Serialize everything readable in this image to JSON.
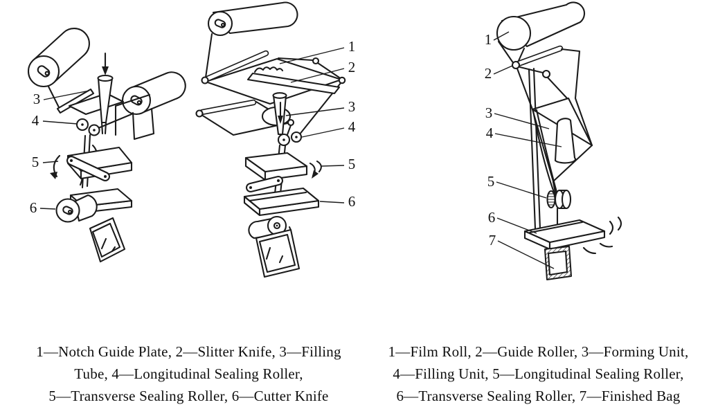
{
  "colors": {
    "ink": "#1b1b1b",
    "background": "#ffffff"
  },
  "machines": [
    {
      "id": "duplex-twin-roll-bagger",
      "callouts": [
        "3",
        "4",
        "5",
        "6"
      ]
    },
    {
      "id": "web-spread-bagger",
      "callouts": [
        "1",
        "2",
        "3",
        "4",
        "5",
        "6"
      ]
    },
    {
      "id": "single-roll-bagger",
      "callouts": [
        "1",
        "2",
        "3",
        "4",
        "5",
        "6",
        "7"
      ]
    }
  ],
  "captions": {
    "left": {
      "line1": "1—Notch Guide Plate, 2—Slitter Knife, 3—Filling",
      "line2": "Tube, 4—Longitudinal Sealing Roller,",
      "line3": "5—Transverse Sealing Roller, 6—Cutter Knife"
    },
    "right": {
      "line1": "1—Film Roll, 2—Guide Roller, 3—Forming Unit,",
      "line2": "4—Filling Unit, 5—Longitudinal Sealing Roller,",
      "line3": "6—Transverse Sealing Roller, 7—Finished Bag"
    }
  }
}
